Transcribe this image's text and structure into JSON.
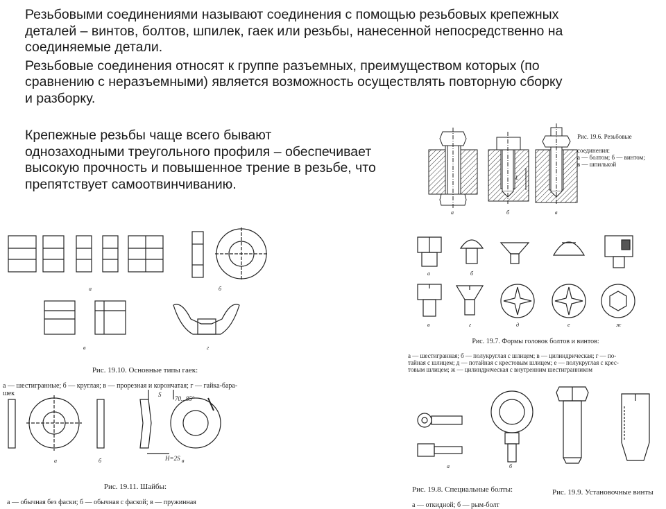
{
  "text": {
    "paragraph_1": "Резьбовыми соединениями называют соединения с помощью резьбовых крепежных\nдеталей – винтов, болтов, шпилек, гаек или резьбы, нанесенной непосредственно на\nсоединяемые детали.",
    "paragraph_2": "Резьбовые  соединения относят к группе разъемных, преимуществом которых (по\nсравнению с неразъемными) является возможность осуществлять повторную сборку\nи разборку.",
    "paragraph_3": "Крепежные резьбы чаще всего бывают\nоднозаходными треугольного профиля – обеспечивает\nвысокую прочность и повышенное трение в резьбе, что\nпрепятствует самоотвинчиванию."
  },
  "figures": {
    "fig_19_6": {
      "caption_title": "Рис. 19.6. Резьбовые",
      "caption_body": "соединения:\nа — болтом; б — винтом;\nв — шпилькой",
      "labels": [
        "а",
        "б",
        "в"
      ],
      "dimension": "L"
    },
    "fig_19_7": {
      "caption_title": "Рис. 19.7. Формы головок болтов и винтов:",
      "caption_body": "а — шестигранная; б — полукруглая с шлицем; в — цилиндрическая; г — по-\nтайная с шлицем; д — потайная с крестовым шлицем; е — полукруглая с крес-\nтовым шлицем; ж — цилиндрическая с внутренним шестигранником",
      "labels": [
        "а",
        "б",
        "в",
        "г",
        "д",
        "е",
        "ж"
      ]
    },
    "fig_19_10": {
      "caption_title": "Рис. 19.10. Основные типы гаек:",
      "caption_body": "а — шестигранные; б — круглая; в — прорезная и корончатая; г — гайка-бара-\nшек",
      "labels": [
        "а",
        "б",
        "в",
        "г"
      ]
    },
    "fig_19_11": {
      "caption_title": "Рис. 19.11. Шайбы:",
      "caption_body": "а — обычная без фаски; б — обычная с фаской; в — пружинная",
      "labels": [
        "а",
        "б",
        "в"
      ],
      "dimensions": [
        "S",
        "70...85°",
        "H=2S"
      ]
    },
    "fig_19_8": {
      "caption_title": "Рис. 19.8. Специальные болты:",
      "caption_body": "а — откидной; б — рым-болт",
      "labels": [
        "а",
        "б"
      ]
    },
    "fig_19_9": {
      "caption_title": "Рис. 19.9. Установочные винты"
    }
  }
}
